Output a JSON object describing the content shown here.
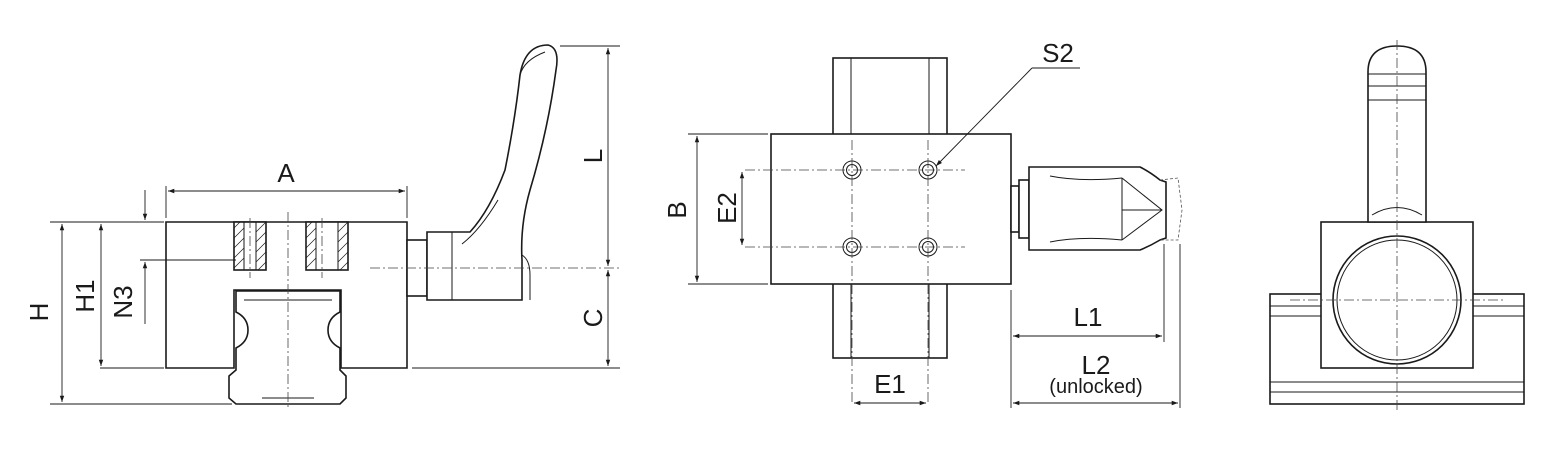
{
  "labels": {
    "A": "A",
    "H": "H",
    "H1": "H1",
    "N3": "N3",
    "L": "L",
    "C": "C",
    "B": "B",
    "E2": "E2",
    "S2": "S2",
    "E1": "E1",
    "L1": "L1",
    "L2": "L2",
    "L2_note": "(unlocked)"
  }
}
